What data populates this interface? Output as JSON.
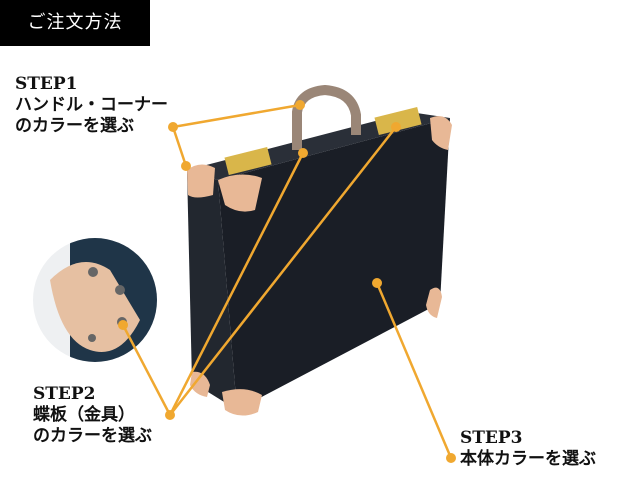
{
  "header": {
    "title": "ご注文方法"
  },
  "steps": [
    {
      "step": "STEP1",
      "line1": "ハンドル・コーナー",
      "line2": "のカラーを選ぶ"
    },
    {
      "step": "STEP2",
      "line1": "蝶板（金具）",
      "line2": "のカラーを選ぶ"
    },
    {
      "step": "STEP3",
      "line1": "本体カラーを選ぶ"
    }
  ],
  "colors": {
    "accent": "#F0A830",
    "case_body": "#1a1e26",
    "corner": "#E8B896",
    "brass": "#D9B64A"
  }
}
